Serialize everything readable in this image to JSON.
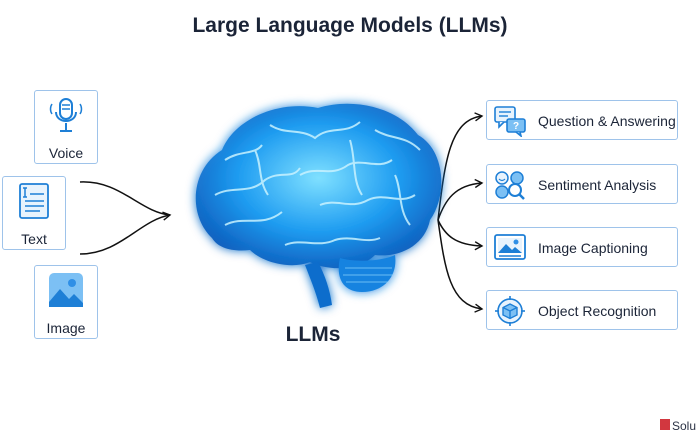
{
  "title": "Large Language Models (LLMs)",
  "inputs": [
    {
      "label": "Voice",
      "icon": "microphone-icon"
    },
    {
      "label": "Text",
      "icon": "text-document-icon"
    },
    {
      "label": "Image",
      "icon": "image-icon"
    }
  ],
  "center": {
    "label": "LLMs",
    "icon": "brain-icon"
  },
  "outputs": [
    {
      "label": "Question & Answering",
      "icon": "chat-bubbles-icon"
    },
    {
      "label": "Sentiment Analysis",
      "icon": "faces-magnifier-icon"
    },
    {
      "label": "Image Captioning",
      "icon": "picture-caption-icon"
    },
    {
      "label": "Object Recognition",
      "icon": "cube-target-icon"
    }
  ],
  "watermark": {
    "text": "Solu"
  },
  "colors": {
    "accent": "#1e7fd6",
    "box_border": "#9ec3ea",
    "text": "#1b2437",
    "brain": "#19a9ff",
    "logo": "#d2373f"
  }
}
